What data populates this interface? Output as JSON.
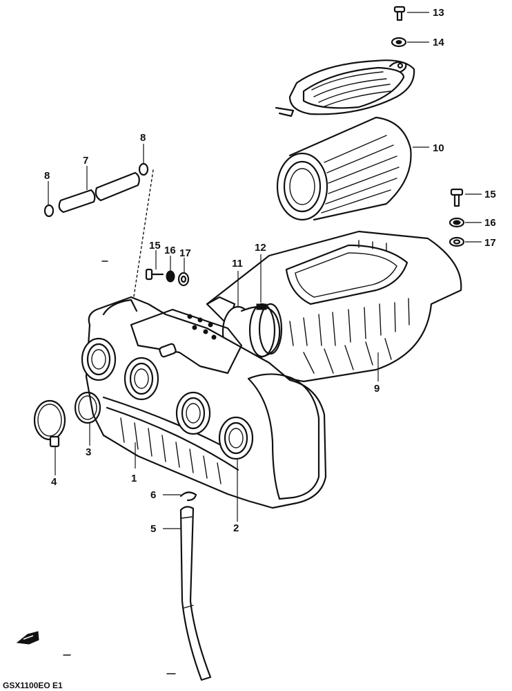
{
  "diagram": {
    "callouts": [
      {
        "id": "1",
        "text": "1"
      },
      {
        "id": "2",
        "text": "2"
      },
      {
        "id": "3",
        "text": "3"
      },
      {
        "id": "4",
        "text": "4"
      },
      {
        "id": "5",
        "text": "5"
      },
      {
        "id": "6",
        "text": "6"
      },
      {
        "id": "7",
        "text": "7"
      },
      {
        "id": "8a",
        "text": "8"
      },
      {
        "id": "8b",
        "text": "8"
      },
      {
        "id": "9",
        "text": "9"
      },
      {
        "id": "10",
        "text": "10"
      },
      {
        "id": "11",
        "text": "11"
      },
      {
        "id": "12",
        "text": "12"
      },
      {
        "id": "13",
        "text": "13"
      },
      {
        "id": "14",
        "text": "14"
      },
      {
        "id": "15a",
        "text": "15"
      },
      {
        "id": "16a",
        "text": "16"
      },
      {
        "id": "17a",
        "text": "17"
      },
      {
        "id": "15b",
        "text": "15"
      },
      {
        "id": "16b",
        "text": "16"
      },
      {
        "id": "17b",
        "text": "17"
      }
    ],
    "code": "GSX1100EO E1"
  }
}
